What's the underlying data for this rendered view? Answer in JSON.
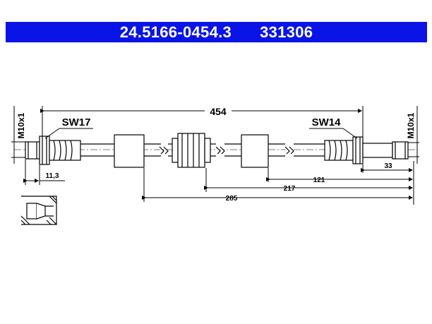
{
  "header": {
    "part_number": "24.5166-0454.3",
    "code": "331306"
  },
  "drawing": {
    "overall_length": "454",
    "left_wrench": "SW17",
    "right_wrench": "SW14",
    "left_thread": "M10x1",
    "right_thread": "M10x1",
    "left_fitting_len": "11,3",
    "dim_121": "121",
    "dim_217": "217",
    "dim_285": "285",
    "dim_33": "33"
  }
}
